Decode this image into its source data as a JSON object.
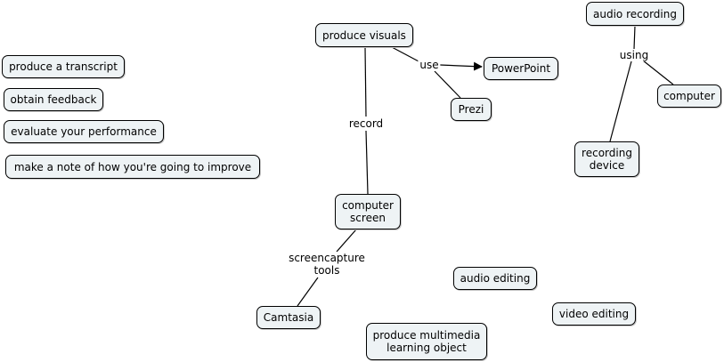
{
  "nodes": {
    "produce_visuals": "produce visuals",
    "powerpoint": "PowerPoint",
    "prezi": "Prezi",
    "computer_screen": "computer\nscreen",
    "camtasia": "Camtasia",
    "produce_multimedia": "produce multimedia\nlearning object",
    "audio_editing": "audio editing",
    "video_editing": "video editing",
    "audio_recording": "audio recording",
    "computer": "computer",
    "recording_device": "recording\ndevice",
    "produce_transcript": "produce a transcript",
    "obtain_feedback": "obtain feedback",
    "evaluate_performance": "evaluate your performance",
    "make_note": "make a note of how you're going to improve"
  },
  "links": {
    "use": "use",
    "record": "record",
    "screencapture_tools": "screencapture\ntools",
    "using": "using"
  }
}
